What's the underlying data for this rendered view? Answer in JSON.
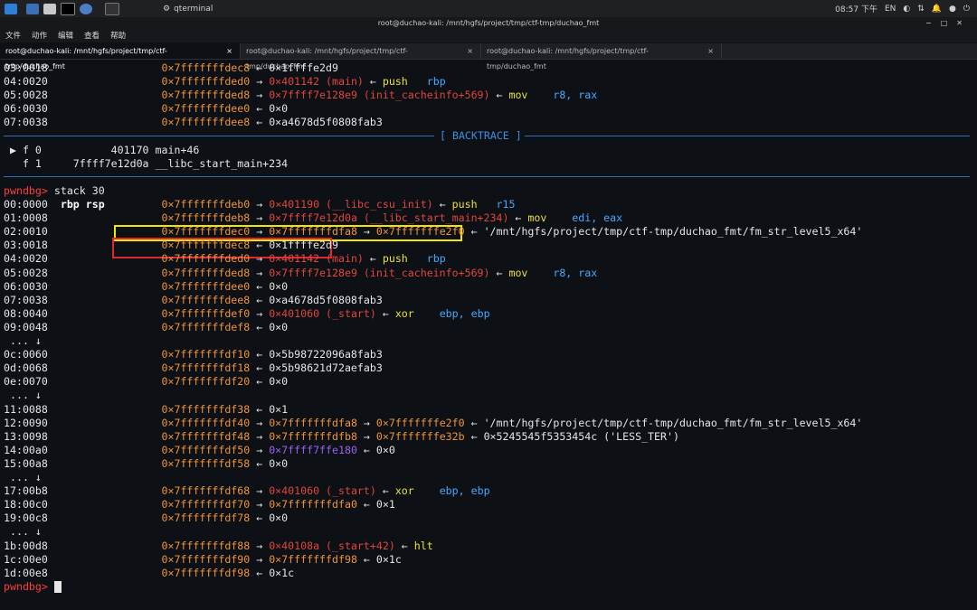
{
  "taskbar": {
    "app_name": "qterminal",
    "time": "08:57 下午",
    "lang": "EN"
  },
  "window": {
    "title": "root@duchao-kali: /mnt/hgfs/project/tmp/ctf-tmp/duchao_fmt"
  },
  "menu": [
    "文件",
    "动作",
    "编辑",
    "查看",
    "帮助"
  ],
  "tabs": [
    {
      "label": "root@duchao-kali: /mnt/hgfs/project/tmp/ctf-tmp/duchao_fmt",
      "active": true
    },
    {
      "label": "root@duchao-kali: /mnt/hgfs/project/tmp/ctf-tmp/duchao_fmt",
      "active": false
    },
    {
      "label": "root@duchao-kali: /mnt/hgfs/project/tmp/ctf-tmp/duchao_fmt",
      "active": false
    }
  ],
  "backtrace_label": "[ BACKTRACE ]",
  "prompt": "pwndbg>",
  "command": "stack 30",
  "lines": [
    [
      [
        "03:0018",
        "ad"
      ],
      [
        "                  ",
        "ad"
      ],
      [
        "0×7fffffffdec8",
        "pt"
      ],
      [
        " ← 0×1ffffe2d9",
        "ad"
      ]
    ],
    [
      [
        "04:0020",
        "ad"
      ],
      [
        "                  ",
        "ad"
      ],
      [
        "0×7fffffffded0",
        "pt"
      ],
      [
        " → ",
        "ad"
      ],
      [
        "0×401142 (main)",
        "cd"
      ],
      [
        " ← ",
        "ad"
      ],
      [
        "push",
        "op"
      ],
      [
        "   ",
        "ad"
      ],
      [
        "rbp",
        "rg"
      ]
    ],
    [
      [
        "05:0028",
        "ad"
      ],
      [
        "                  ",
        "ad"
      ],
      [
        "0×7fffffffded8",
        "pt"
      ],
      [
        " → ",
        "ad"
      ],
      [
        "0×7ffff7e128e9 (init_cacheinfo+569)",
        "cd"
      ],
      [
        " ← ",
        "ad"
      ],
      [
        "mov",
        "op"
      ],
      [
        "    ",
        "ad"
      ],
      [
        "r8, rax",
        "rg"
      ]
    ],
    [
      [
        "06:0030",
        "ad"
      ],
      [
        "                  ",
        "ad"
      ],
      [
        "0×7fffffffdee0",
        "pt"
      ],
      [
        " ← 0×0",
        "ad"
      ]
    ],
    [
      [
        "07:0038",
        "ad"
      ],
      [
        "                  ",
        "ad"
      ],
      [
        "0×7fffffffdee8",
        "pt"
      ],
      [
        " ← 0×a4678d5f0808fab3",
        "ad"
      ]
    ],
    [],
    [
      [
        " ▶ f 0           401170 main+46",
        "ad"
      ]
    ],
    [
      [
        "   f 1     7ffff7e12d0a __libc_start_main+234",
        "ad"
      ]
    ],
    [],
    [
      [
        "pwndbg>",
        "prompt"
      ],
      [
        " stack 30",
        "ad"
      ]
    ],
    [
      [
        "00:0000",
        "ad"
      ],
      [
        "  ",
        "ad"
      ],
      [
        "rbp rsp",
        "bold"
      ],
      [
        "         ",
        "ad"
      ],
      [
        "0×7fffffffdeb0",
        "pt"
      ],
      [
        " → ",
        "ad"
      ],
      [
        "0×401190 (__libc_csu_init)",
        "cd"
      ],
      [
        " ← ",
        "ad"
      ],
      [
        "push",
        "op"
      ],
      [
        "   ",
        "ad"
      ],
      [
        "r15",
        "rg"
      ]
    ],
    [
      [
        "01:0008",
        "ad"
      ],
      [
        "                  ",
        "ad"
      ],
      [
        "0×7fffffffdeb8",
        "pt"
      ],
      [
        " → ",
        "ad"
      ],
      [
        "0×7ffff7e12d0a (__libc_start_main+234)",
        "cd"
      ],
      [
        " ← ",
        "ad"
      ],
      [
        "mov",
        "op"
      ],
      [
        "    ",
        "ad"
      ],
      [
        "edi, eax",
        "rg"
      ]
    ],
    [
      [
        "02:0010",
        "ad"
      ],
      [
        "                  ",
        "ad"
      ],
      [
        "0×7fffffffdec0",
        "pt"
      ],
      [
        " → ",
        "ad"
      ],
      [
        "0×7fffffffdfa8",
        "pt"
      ],
      [
        " → ",
        "ad"
      ],
      [
        "0×7fffffffe2f0",
        "pt"
      ],
      [
        " ← '/mnt/hgfs/project/tmp/ctf-tmp/duchao_fmt/fm_str_level5_x64'",
        "ad"
      ]
    ],
    [
      [
        "03:0018",
        "ad"
      ],
      [
        "                  ",
        "ad"
      ],
      [
        "0×7fffffffdec8",
        "pt"
      ],
      [
        " ← 0×1ffffe2d9",
        "ad"
      ]
    ],
    [
      [
        "04:0020",
        "ad"
      ],
      [
        "                  ",
        "ad"
      ],
      [
        "0×7fffffffded0",
        "pt"
      ],
      [
        " → ",
        "ad"
      ],
      [
        "0×401142 (main)",
        "cd"
      ],
      [
        " ← ",
        "ad"
      ],
      [
        "push",
        "op"
      ],
      [
        "   ",
        "ad"
      ],
      [
        "rbp",
        "rg"
      ]
    ],
    [
      [
        "05:0028",
        "ad"
      ],
      [
        "                  ",
        "ad"
      ],
      [
        "0×7fffffffded8",
        "pt"
      ],
      [
        " → ",
        "ad"
      ],
      [
        "0×7ffff7e128e9 (init_cacheinfo+569)",
        "cd"
      ],
      [
        " ← ",
        "ad"
      ],
      [
        "mov",
        "op"
      ],
      [
        "    ",
        "ad"
      ],
      [
        "r8, rax",
        "rg"
      ]
    ],
    [
      [
        "06:0030",
        "ad"
      ],
      [
        "                  ",
        "ad"
      ],
      [
        "0×7fffffffdee0",
        "pt"
      ],
      [
        " ← 0×0",
        "ad"
      ]
    ],
    [
      [
        "07:0038",
        "ad"
      ],
      [
        "                  ",
        "ad"
      ],
      [
        "0×7fffffffdee8",
        "pt"
      ],
      [
        " ← 0×a4678d5f0808fab3",
        "ad"
      ]
    ],
    [
      [
        "08:0040",
        "ad"
      ],
      [
        "                  ",
        "ad"
      ],
      [
        "0×7fffffffdef0",
        "pt"
      ],
      [
        " → ",
        "ad"
      ],
      [
        "0×401060 (_start)",
        "cd"
      ],
      [
        " ← ",
        "ad"
      ],
      [
        "xor",
        "op"
      ],
      [
        "    ",
        "ad"
      ],
      [
        "ebp, ebp",
        "rg"
      ]
    ],
    [
      [
        "09:0048",
        "ad"
      ],
      [
        "                  ",
        "ad"
      ],
      [
        "0×7fffffffdef8",
        "pt"
      ],
      [
        " ← 0×0",
        "ad"
      ]
    ],
    [
      [
        " ... ↓",
        "ad"
      ]
    ],
    [
      [
        "0c:0060",
        "ad"
      ],
      [
        "                  ",
        "ad"
      ],
      [
        "0×7fffffffdf10",
        "pt"
      ],
      [
        " ← 0×5b98722096a8fab3",
        "ad"
      ]
    ],
    [
      [
        "0d:0068",
        "ad"
      ],
      [
        "                  ",
        "ad"
      ],
      [
        "0×7fffffffdf18",
        "pt"
      ],
      [
        " ← 0×5b98621d72aefab3",
        "ad"
      ]
    ],
    [
      [
        "0e:0070",
        "ad"
      ],
      [
        "                  ",
        "ad"
      ],
      [
        "0×7fffffffdf20",
        "pt"
      ],
      [
        " ← 0×0",
        "ad"
      ]
    ],
    [
      [
        " ... ↓",
        "ad"
      ]
    ],
    [
      [
        "11:0088",
        "ad"
      ],
      [
        "                  ",
        "ad"
      ],
      [
        "0×7fffffffdf38",
        "pt"
      ],
      [
        " ← 0×1",
        "ad"
      ]
    ],
    [
      [
        "12:0090",
        "ad"
      ],
      [
        "                  ",
        "ad"
      ],
      [
        "0×7fffffffdf40",
        "pt"
      ],
      [
        " → ",
        "ad"
      ],
      [
        "0×7fffffffdfa8",
        "pt"
      ],
      [
        " → ",
        "ad"
      ],
      [
        "0×7fffffffe2f0",
        "pt"
      ],
      [
        " ← '/mnt/hgfs/project/tmp/ctf-tmp/duchao_fmt/fm_str_level5_x64'",
        "ad"
      ]
    ],
    [
      [
        "13:0098",
        "ad"
      ],
      [
        "                  ",
        "ad"
      ],
      [
        "0×7fffffffdf48",
        "pt"
      ],
      [
        " → ",
        "ad"
      ],
      [
        "0×7fffffffdfb8",
        "pt"
      ],
      [
        " → ",
        "ad"
      ],
      [
        "0×7fffffffe32b",
        "pt"
      ],
      [
        " ← 0×5245545f5353454c ('LESS_TER')",
        "ad"
      ]
    ],
    [
      [
        "14:00a0",
        "ad"
      ],
      [
        "                  ",
        "ad"
      ],
      [
        "0×7fffffffdf50",
        "pt"
      ],
      [
        " → ",
        "ad"
      ],
      [
        "0×7ffff7ffe180",
        "ph"
      ],
      [
        " ← 0×0",
        "ad"
      ]
    ],
    [
      [
        "15:00a8",
        "ad"
      ],
      [
        "                  ",
        "ad"
      ],
      [
        "0×7fffffffdf58",
        "pt"
      ],
      [
        " ← 0×0",
        "ad"
      ]
    ],
    [
      [
        " ... ↓",
        "ad"
      ]
    ],
    [
      [
        "17:00b8",
        "ad"
      ],
      [
        "                  ",
        "ad"
      ],
      [
        "0×7fffffffdf68",
        "pt"
      ],
      [
        " → ",
        "ad"
      ],
      [
        "0×401060 (_start)",
        "cd"
      ],
      [
        " ← ",
        "ad"
      ],
      [
        "xor",
        "op"
      ],
      [
        "    ",
        "ad"
      ],
      [
        "ebp, ebp",
        "rg"
      ]
    ],
    [
      [
        "18:00c0",
        "ad"
      ],
      [
        "                  ",
        "ad"
      ],
      [
        "0×7fffffffdf70",
        "pt"
      ],
      [
        " → ",
        "ad"
      ],
      [
        "0×7fffffffdfa0",
        "pt"
      ],
      [
        " ← 0×1",
        "ad"
      ]
    ],
    [
      [
        "19:00c8",
        "ad"
      ],
      [
        "                  ",
        "ad"
      ],
      [
        "0×7fffffffdf78",
        "pt"
      ],
      [
        " ← 0×0",
        "ad"
      ]
    ],
    [
      [
        " ... ↓",
        "ad"
      ]
    ],
    [
      [
        "1b:00d8",
        "ad"
      ],
      [
        "                  ",
        "ad"
      ],
      [
        "0×7fffffffdf88",
        "pt"
      ],
      [
        " → ",
        "ad"
      ],
      [
        "0×40108a (_start+42)",
        "cd"
      ],
      [
        " ← ",
        "ad"
      ],
      [
        "hlt",
        "op"
      ]
    ],
    [
      [
        "1c:00e0",
        "ad"
      ],
      [
        "                  ",
        "ad"
      ],
      [
        "0×7fffffffdf90",
        "pt"
      ],
      [
        " → ",
        "ad"
      ],
      [
        "0×7fffffffdf98",
        "pt"
      ],
      [
        " ← 0×1c",
        "ad"
      ]
    ],
    [
      [
        "1d:00e8",
        "ad"
      ],
      [
        "                  ",
        "ad"
      ],
      [
        "0×7fffffffdf98",
        "pt"
      ],
      [
        " ← 0×1c",
        "ad"
      ]
    ],
    [
      [
        "pwndbg>",
        "prompt"
      ],
      [
        " ",
        "ad"
      ]
    ]
  ],
  "colors": {
    "background": "#0d1014",
    "pointer": "#f0943c",
    "code": "#e0463e",
    "opcode": "#e9e23a",
    "register": "#46a8ff",
    "prompt": "#ff3d3d",
    "separator": "#2e6fb5",
    "highlight_yellow": "#f2e600",
    "highlight_red": "#e0282e"
  }
}
